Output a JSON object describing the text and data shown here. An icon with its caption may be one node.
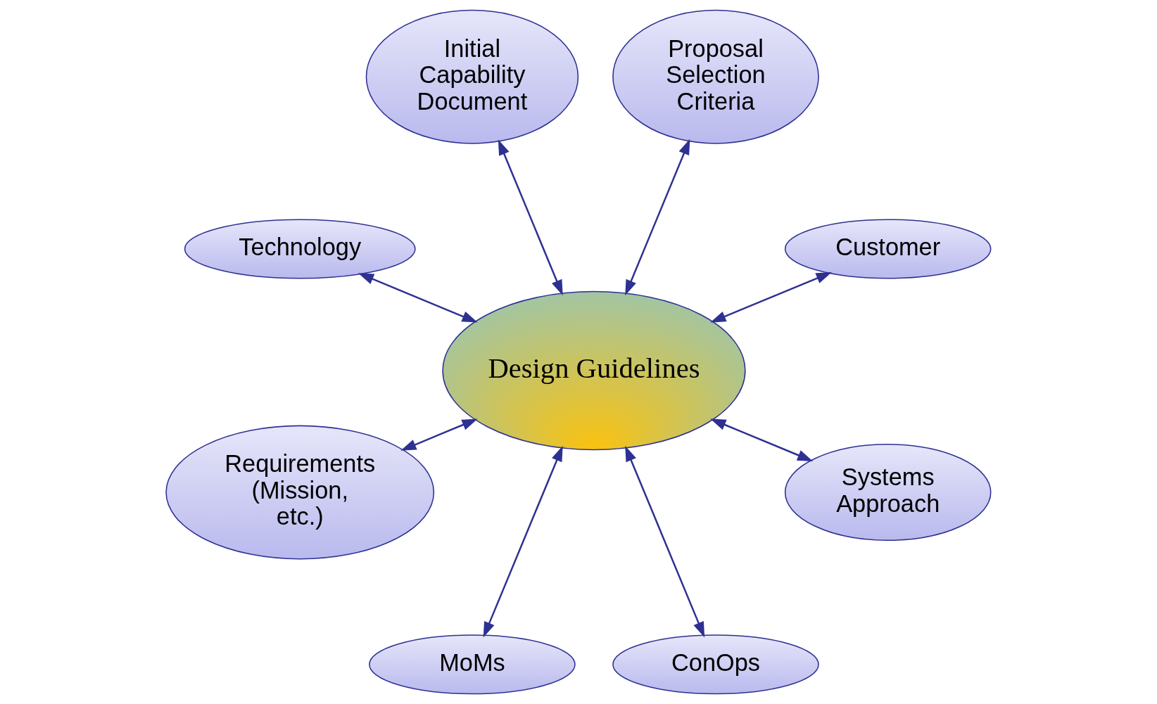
{
  "diagram": {
    "nodes": [
      {
        "text": [
          "Customer"
        ]
      },
      {
        "text": [
          "Proposal Selection Criteria"
        ]
      },
      {
        "text": [
          "Initial Capability Document"
        ]
      },
      {
        "text": [
          "Technology"
        ]
      },
      {
        "text": [
          "Design Guidelines"
        ]
      },
      {
        "text": [
          "Requirements (Mission, etc.)"
        ]
      },
      {
        "text": [
          "MoMs"
        ]
      },
      {
        "text": [
          "ConOps"
        ]
      },
      {
        "text": [
          "Systems Approach"
        ]
      }
    ],
    "edges": [
      {
        "from": 4,
        "to": 0,
        "arrow": "both"
      },
      {
        "from": 4,
        "to": 2,
        "arrow": "both"
      },
      {
        "from": 4,
        "to": 5,
        "arrow": "both"
      },
      {
        "from": 4,
        "to": 7,
        "arrow": "both"
      },
      {
        "from": 4,
        "to": 8,
        "arrow": "both"
      },
      {
        "from": 4,
        "to": 6,
        "arrow": "both"
      },
      {
        "from": 4,
        "to": 3,
        "arrow": "both"
      },
      {
        "from": 4,
        "to": 1,
        "arrow": "both"
      }
    ]
  }
}
